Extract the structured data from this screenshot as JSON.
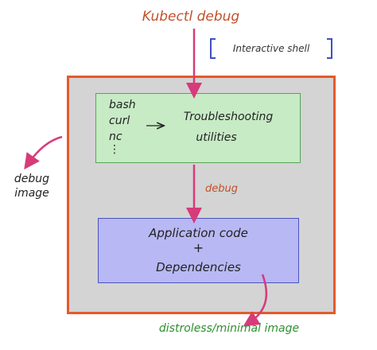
{
  "diagram": {
    "title": "Kubectl debug",
    "interactive_shell": "Interactive shell",
    "tools": [
      "bash",
      "curl",
      "nc",
      "⋮"
    ],
    "troubleshooting_line1": "Troubleshooting",
    "troubleshooting_line2": "utilities",
    "debug_label": "debug",
    "debug_image_line1": "debug",
    "debug_image_line2": "image",
    "app_line1": "Application code",
    "app_plus": "+",
    "app_line2": "Dependencies",
    "distroless": "distroless/minimal image"
  },
  "colors": {
    "container_border": "#e55a2b",
    "container_fill": "#d4d4d4",
    "tools_fill": "#c7ebc5",
    "app_fill": "#b8b8f4",
    "arrow_pink": "#d63b7a",
    "title_color": "#c0502a",
    "distroless_color": "#2f8f2f"
  }
}
